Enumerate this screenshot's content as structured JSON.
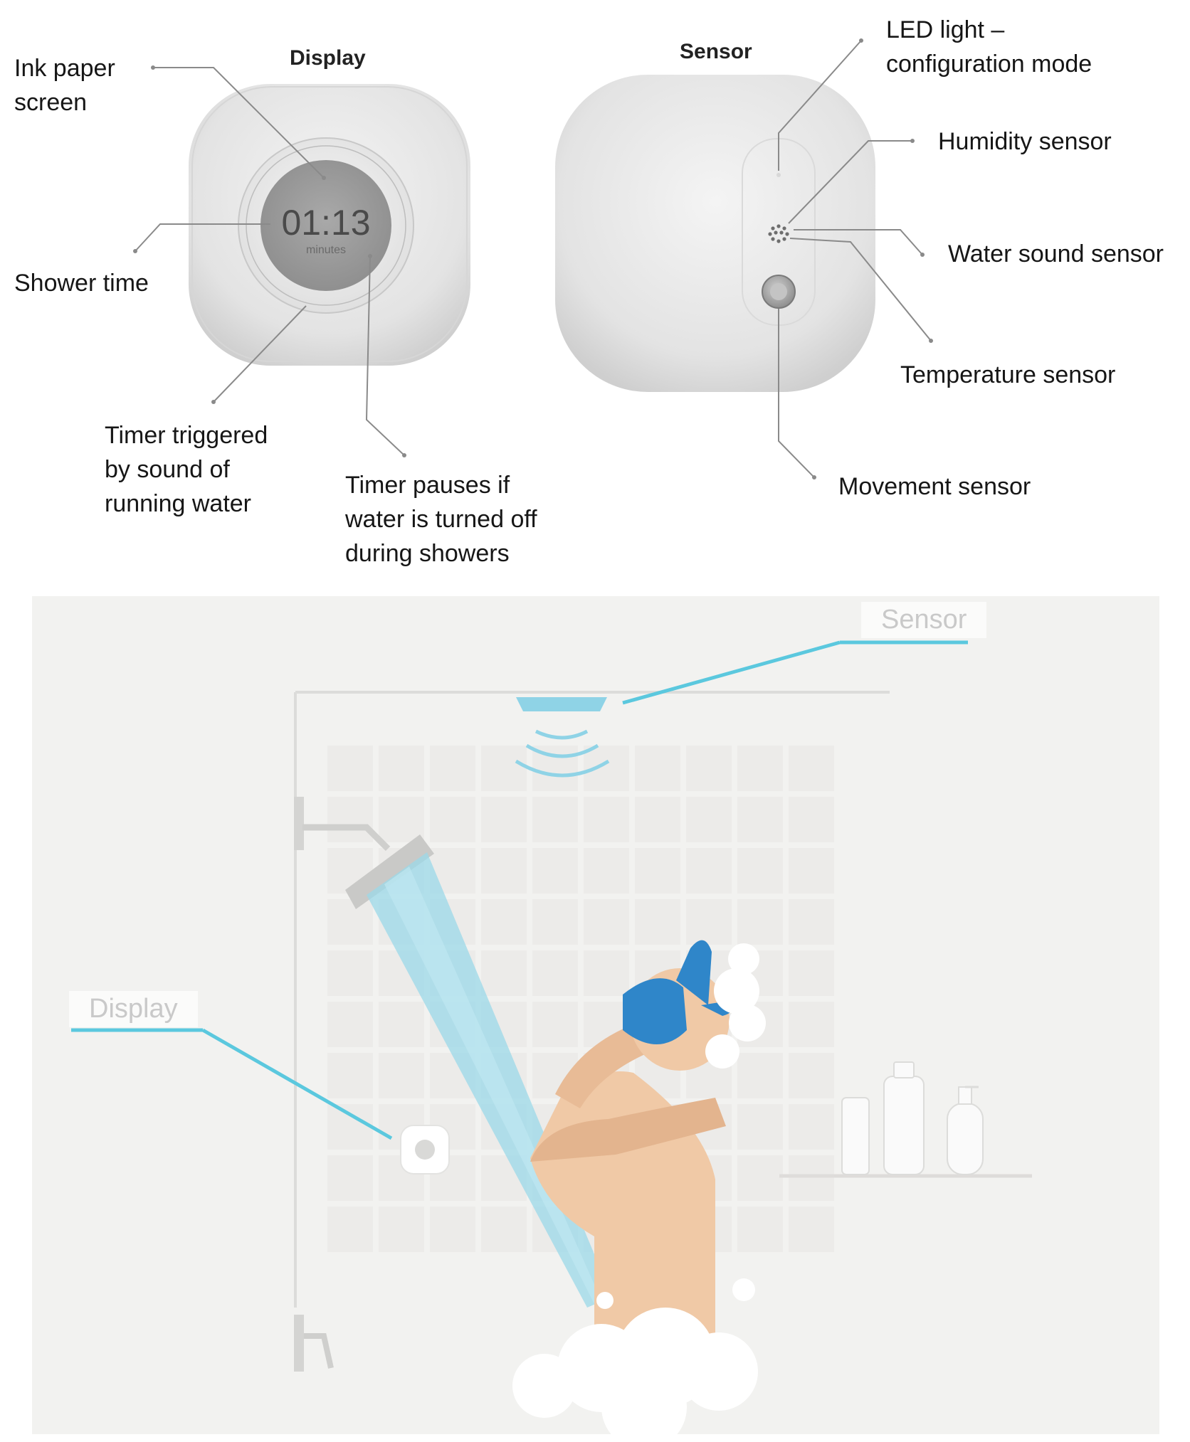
{
  "devices": {
    "display": {
      "title": "Display",
      "time": "01:13",
      "unit": "minutes"
    },
    "sensor": {
      "title": "Sensor"
    }
  },
  "annotations": {
    "ink_paper_screen": "Ink paper\nscreen",
    "shower_time": "Shower time",
    "timer_triggered": "Timer triggered\nby sound of\nrunning water",
    "timer_pauses": "Timer pauses if\nwater is turned off\nduring showers",
    "led_light": "LED light –\nconfiguration mode",
    "humidity_sensor": "Humidity sensor",
    "water_sound_sensor": "Water sound sensor",
    "temperature_sensor": "Temperature sensor",
    "movement_sensor": "Movement sensor"
  },
  "scene": {
    "sensor_tag": "Sensor",
    "display_tag": "Display",
    "accent_color": "#5bc8de",
    "skin_color": "#f0c9a6",
    "cap_color": "#2f86c9"
  }
}
